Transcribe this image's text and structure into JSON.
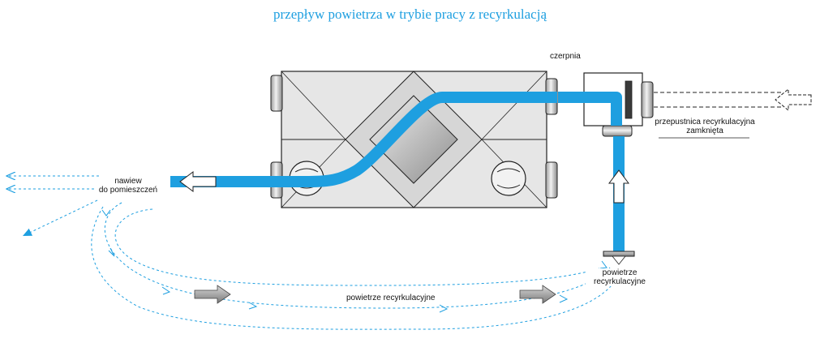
{
  "title": "przepływ powietrza w trybie pracy z recyrkulacją",
  "labels": {
    "czerpnia": "czerpnia",
    "nawiew_line1": "nawiew",
    "nawiew_line2": "do pomieszczeń",
    "damper_line1": "przepustnica recyrkulacyjna",
    "damper_line2": "zamknięta",
    "recirc_air": "powietrze recyrkulacyjne",
    "recirc_inlet_line1": "powietrze",
    "recirc_inlet_line2": "recyrkulacyjne"
  },
  "colors": {
    "duct": "#1e9fe0",
    "flow_line": "#1e9fe0",
    "unit_fill": "#e6e6e6",
    "outline": "#222222",
    "title": "#1e9fe0"
  },
  "damper_state": "zamknięta",
  "icons": [
    "fan-icon",
    "heat-exchanger-icon",
    "flow-arrow-icon"
  ]
}
